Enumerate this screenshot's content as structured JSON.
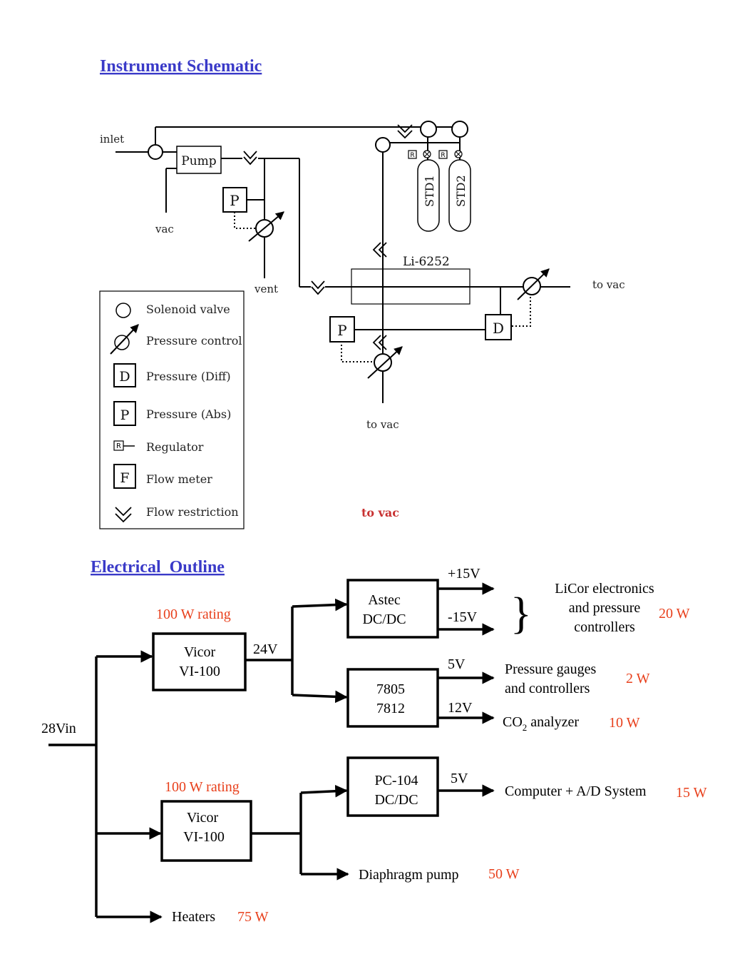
{
  "schematic": {
    "title": "Instrument Schematic",
    "labels": {
      "inlet": "inlet",
      "pump": "Pump",
      "vac": "vac",
      "vent": "vent",
      "analyzer": "Li-6252",
      "to_vac_right": "to vac",
      "to_vac_bottom": "to vac",
      "to_vac_red": "to vac",
      "std1": "STD1",
      "std2": "STD2",
      "p": "P",
      "d": "D",
      "r": "R"
    },
    "legend": [
      {
        "label": "Solenoid valve",
        "icon": "solenoid-valve-icon"
      },
      {
        "label": "Pressure control",
        "icon": "pressure-control-icon"
      },
      {
        "label": "Pressure (Diff)",
        "icon": "D"
      },
      {
        "label": "Pressure (Abs)",
        "icon": "P"
      },
      {
        "label": "Regulator",
        "icon": "regulator-icon"
      },
      {
        "label": "Flow meter",
        "icon": "F"
      },
      {
        "label": "Flow restriction",
        "icon": "flow-restriction-icon"
      }
    ]
  },
  "electrical": {
    "title": "Electrical  Outline",
    "input": "28Vin",
    "rating1": "100 W rating",
    "rating2": "100 W rating",
    "vicor1": [
      "Vicor",
      "VI-100"
    ],
    "vicor2": [
      "Vicor",
      "VI-100"
    ],
    "v24": "24V",
    "astec": [
      "Astec",
      "DC/DC"
    ],
    "reg": [
      "7805",
      "7812"
    ],
    "pc104": [
      "PC-104",
      "DC/DC"
    ],
    "plus15": "+15V",
    "minus15": "-15V",
    "v5a": "5V",
    "v12": "12V",
    "v5b": "5V",
    "licor": [
      "LiCor electronics",
      "and pressure",
      "controllers"
    ],
    "licor_w": "20 W",
    "gauges": [
      "Pressure gauges",
      "and controllers"
    ],
    "gauges_w": "2 W",
    "co2_prefix": "CO",
    "co2_sub": "2",
    "co2_suffix": " analyzer",
    "co2_w": "10 W",
    "computer": "Computer + A/D System",
    "computer_w": "15 W",
    "diaphragm": "Diaphragm pump",
    "diaphragm_w": "50 W",
    "heaters": "Heaters",
    "heaters_w": "75 W",
    "brace": "}"
  },
  "colors": {
    "title": "#3a3ac8",
    "power": "#e8401c",
    "red_label": "#c83232"
  }
}
